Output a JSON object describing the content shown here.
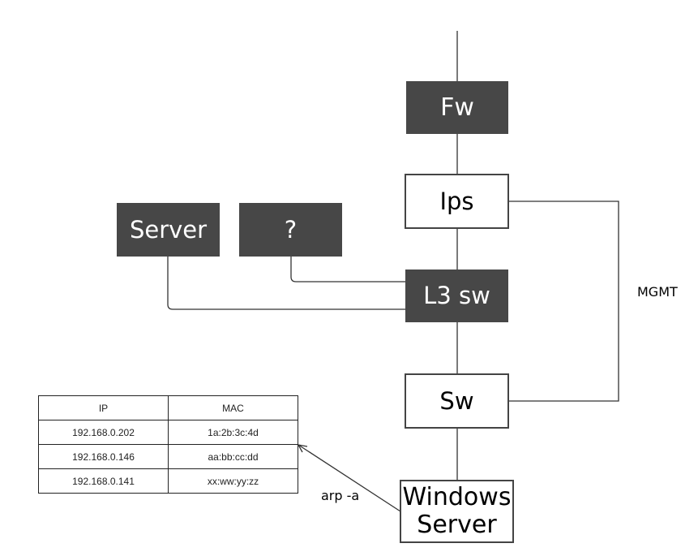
{
  "nodes": {
    "fw": "Fw",
    "ips": "Ips",
    "server": "Server",
    "unknown": "?",
    "l3sw": "L3 sw",
    "sw": "Sw",
    "windows_server_line1": "Windows",
    "windows_server_line2": "Server"
  },
  "labels": {
    "mgmt": "MGMT",
    "arp_command": "arp -a"
  },
  "arp_table": {
    "headers": [
      "IP",
      "MAC"
    ],
    "rows": [
      [
        "192.168.0.202",
        "1a:2b:3c:4d"
      ],
      [
        "192.168.0.146",
        "aa:bb:cc:dd"
      ],
      [
        "192.168.0.141",
        "xx:ww:yy:zz"
      ]
    ]
  },
  "colors": {
    "dark_node": "#474747",
    "line": "#333333"
  }
}
